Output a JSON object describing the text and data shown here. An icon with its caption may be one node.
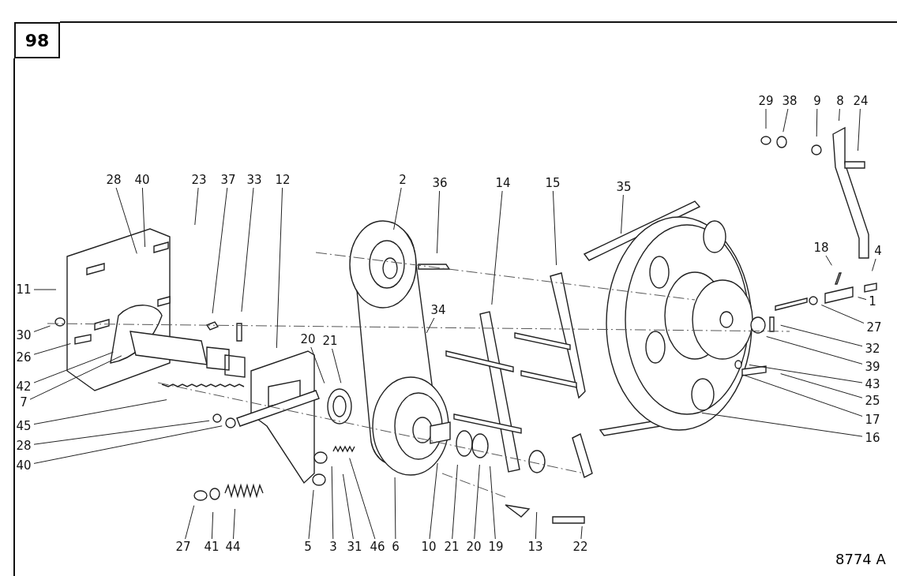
{
  "diagram": {
    "nodes": [
      {
        "text": [
          "98"
        ]
      },
      {
        "text": [
          "29"
        ]
      },
      {
        "text": [
          "38"
        ]
      },
      {
        "text": [
          "9"
        ]
      },
      {
        "text": [
          "8"
        ]
      },
      {
        "text": [
          "24"
        ]
      },
      {
        "text": [
          "28"
        ]
      },
      {
        "text": [
          "40"
        ]
      },
      {
        "text": [
          "23"
        ]
      },
      {
        "text": [
          "37"
        ]
      },
      {
        "text": [
          "33"
        ]
      },
      {
        "text": [
          "12"
        ]
      },
      {
        "text": [
          "2"
        ]
      },
      {
        "text": [
          "36"
        ]
      },
      {
        "text": [
          "14"
        ]
      },
      {
        "text": [
          "15"
        ]
      },
      {
        "text": [
          "35"
        ]
      },
      {
        "text": [
          "18"
        ]
      },
      {
        "text": [
          "4"
        ]
      },
      {
        "text": [
          "1"
        ]
      },
      {
        "text": [
          "27"
        ]
      },
      {
        "text": [
          "32"
        ]
      },
      {
        "text": [
          "39"
        ]
      },
      {
        "text": [
          "43"
        ]
      },
      {
        "text": [
          "25"
        ]
      },
      {
        "text": [
          "17"
        ]
      },
      {
        "text": [
          "16"
        ]
      },
      {
        "text": [
          "11"
        ]
      },
      {
        "text": [
          "30"
        ]
      },
      {
        "text": [
          "26"
        ]
      },
      {
        "text": [
          "42"
        ]
      },
      {
        "text": [
          "7"
        ]
      },
      {
        "text": [
          "45"
        ]
      },
      {
        "text": [
          "28"
        ]
      },
      {
        "text": [
          "40"
        ]
      },
      {
        "text": [
          "20"
        ]
      },
      {
        "text": [
          "21"
        ]
      },
      {
        "text": [
          "34"
        ]
      },
      {
        "text": [
          "27"
        ]
      },
      {
        "text": [
          "41"
        ]
      },
      {
        "text": [
          "44"
        ]
      },
      {
        "text": [
          "5"
        ]
      },
      {
        "text": [
          "3"
        ]
      },
      {
        "text": [
          "31"
        ]
      },
      {
        "text": [
          "46"
        ]
      },
      {
        "text": [
          "6"
        ]
      },
      {
        "text": [
          "10"
        ]
      },
      {
        "text": [
          "21"
        ]
      },
      {
        "text": [
          "20"
        ]
      },
      {
        "text": [
          "19"
        ]
      },
      {
        "text": [
          "13"
        ]
      },
      {
        "text": [
          "22"
        ]
      }
    ],
    "edges": [
      {
        "from": 1,
        "to": null,
        "arrow": "none"
      },
      {
        "from": 2,
        "to": null,
        "arrow": "none"
      },
      {
        "from": 3,
        "to": null,
        "arrow": "none"
      },
      {
        "from": 4,
        "to": null,
        "arrow": "none"
      },
      {
        "from": 5,
        "to": null,
        "arrow": "none"
      },
      {
        "from": 6,
        "to": null,
        "arrow": "none"
      },
      {
        "from": 7,
        "to": null,
        "arrow": "none"
      },
      {
        "from": 8,
        "to": null,
        "arrow": "none"
      },
      {
        "from": 9,
        "to": null,
        "arrow": "none"
      },
      {
        "from": 10,
        "to": null,
        "arrow": "none"
      },
      {
        "from": 11,
        "to": null,
        "arrow": "none"
      },
      {
        "from": 12,
        "to": null,
        "arrow": "none"
      },
      {
        "from": 13,
        "to": null,
        "arrow": "none"
      },
      {
        "from": 14,
        "to": null,
        "arrow": "none"
      },
      {
        "from": 15,
        "to": null,
        "arrow": "none"
      },
      {
        "from": 16,
        "to": null,
        "arrow": "none"
      },
      {
        "from": 17,
        "to": null,
        "arrow": "none"
      },
      {
        "from": 18,
        "to": null,
        "arrow": "none"
      },
      {
        "from": 19,
        "to": null,
        "arrow": "none"
      },
      {
        "from": 20,
        "to": null,
        "arrow": "none"
      },
      {
        "from": 21,
        "to": null,
        "arrow": "none"
      },
      {
        "from": 22,
        "to": null,
        "arrow": "none"
      },
      {
        "from": 23,
        "to": null,
        "arrow": "none"
      },
      {
        "from": 24,
        "to": null,
        "arrow": "none"
      },
      {
        "from": 25,
        "to": null,
        "arrow": "none"
      },
      {
        "from": 26,
        "to": null,
        "arrow": "none"
      },
      {
        "from": 27,
        "to": null,
        "arrow": "none"
      },
      {
        "from": 28,
        "to": null,
        "arrow": "none"
      },
      {
        "from": 29,
        "to": null,
        "arrow": "none"
      },
      {
        "from": 30,
        "to": null,
        "arrow": "none"
      },
      {
        "from": 31,
        "to": null,
        "arrow": "none"
      },
      {
        "from": 32,
        "to": null,
        "arrow": "none"
      },
      {
        "from": 33,
        "to": null,
        "arrow": "none"
      },
      {
        "from": 34,
        "to": null,
        "arrow": "none"
      },
      {
        "from": 35,
        "to": null,
        "arrow": "none"
      },
      {
        "from": 36,
        "to": null,
        "arrow": "none"
      },
      {
        "from": 37,
        "to": null,
        "arrow": "none"
      },
      {
        "from": 38,
        "to": null,
        "arrow": "none"
      },
      {
        "from": 39,
        "to": null,
        "arrow": "none"
      },
      {
        "from": 40,
        "to": null,
        "arrow": "none"
      },
      {
        "from": 41,
        "to": null,
        "arrow": "none"
      },
      {
        "from": 42,
        "to": null,
        "arrow": "none"
      },
      {
        "from": 43,
        "to": null,
        "arrow": "none"
      },
      {
        "from": 44,
        "to": null,
        "arrow": "none"
      },
      {
        "from": 45,
        "to": null,
        "arrow": "none"
      },
      {
        "from": 46,
        "to": null,
        "arrow": "none"
      },
      {
        "from": 47,
        "to": null,
        "arrow": "none"
      },
      {
        "from": 48,
        "to": null,
        "arrow": "none"
      },
      {
        "from": 49,
        "to": null,
        "arrow": "none"
      },
      {
        "from": 50,
        "to": null,
        "arrow": "none"
      },
      {
        "from": 51,
        "to": null,
        "arrow": "none"
      }
    ],
    "labels": [
      "8774 A"
    ]
  }
}
